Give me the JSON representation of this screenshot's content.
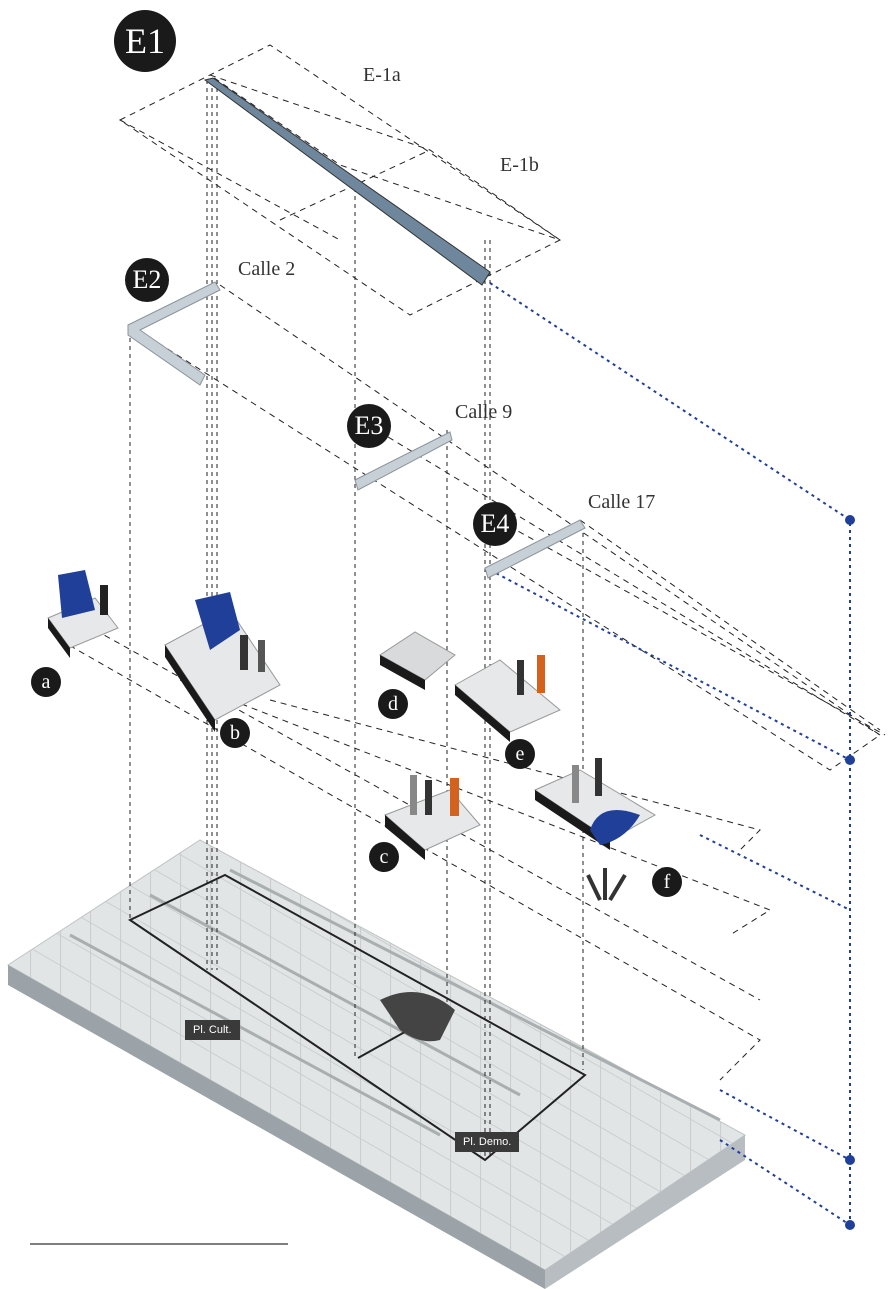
{
  "diagram": {
    "groups": {
      "e1": "E1",
      "e2": "E2",
      "e3": "E3",
      "e4": "E4"
    },
    "streets": {
      "e1a": "E-1a",
      "e1b": "E-1b",
      "calle2": "Calle 2",
      "calle9": "Calle 9",
      "calle17": "Calle 17"
    },
    "modules": [
      "a",
      "b",
      "c",
      "d",
      "e",
      "f"
    ],
    "places": {
      "cult": "Pl. Cult.",
      "demo": "Pl. Demo."
    },
    "colors": {
      "accent_blue": "#1f3f99",
      "ground": "#dfe2e3",
      "dark": "#1a1a1a"
    }
  }
}
